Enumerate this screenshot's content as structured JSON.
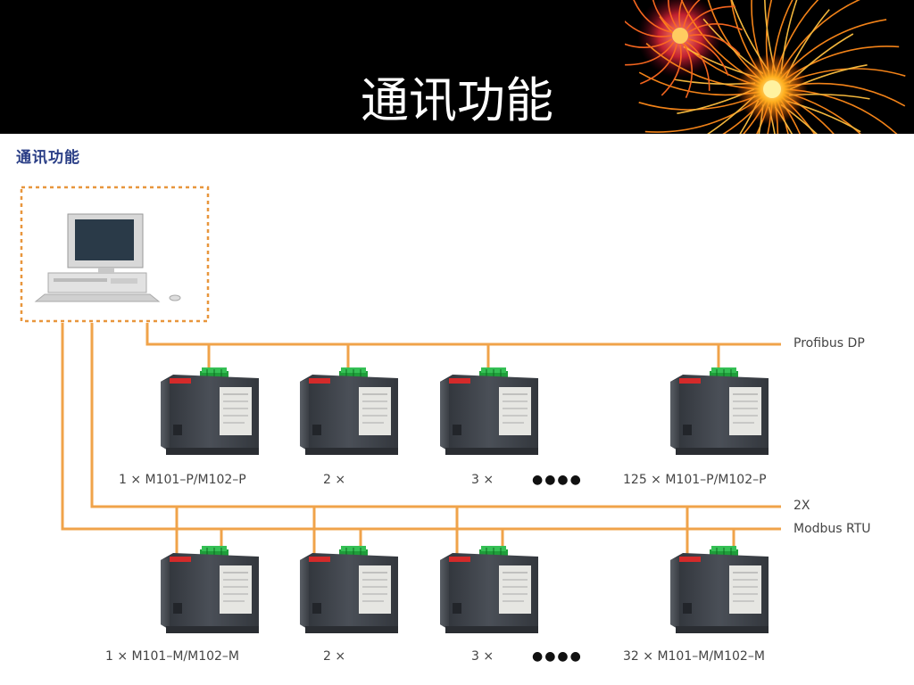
{
  "slide": {
    "title": "通讯功能",
    "content_title": "通讯功能"
  },
  "network": {
    "bus_profibus": "Profibus DP",
    "bus_2x": "2X",
    "bus_modbus": "Modbus RTU",
    "profibus_labels": [
      "1 × M101–P/M102–P",
      "2 ×",
      "3 ×",
      "125 × M101–P/M102–P"
    ],
    "modbus_labels": [
      "1 × M101–M/M102–M",
      "2 ×",
      "3 ×",
      "32 × M101–M/M102–M"
    ],
    "ellipsis": "●●●●"
  },
  "colors": {
    "bus": "#f0a34a",
    "frame": "#e8963c",
    "title_text": "#ffffff",
    "content_title": "#2a3e86"
  },
  "icons": [
    "computer-icon",
    "controller-module-icon",
    "firework-burst-icon"
  ]
}
